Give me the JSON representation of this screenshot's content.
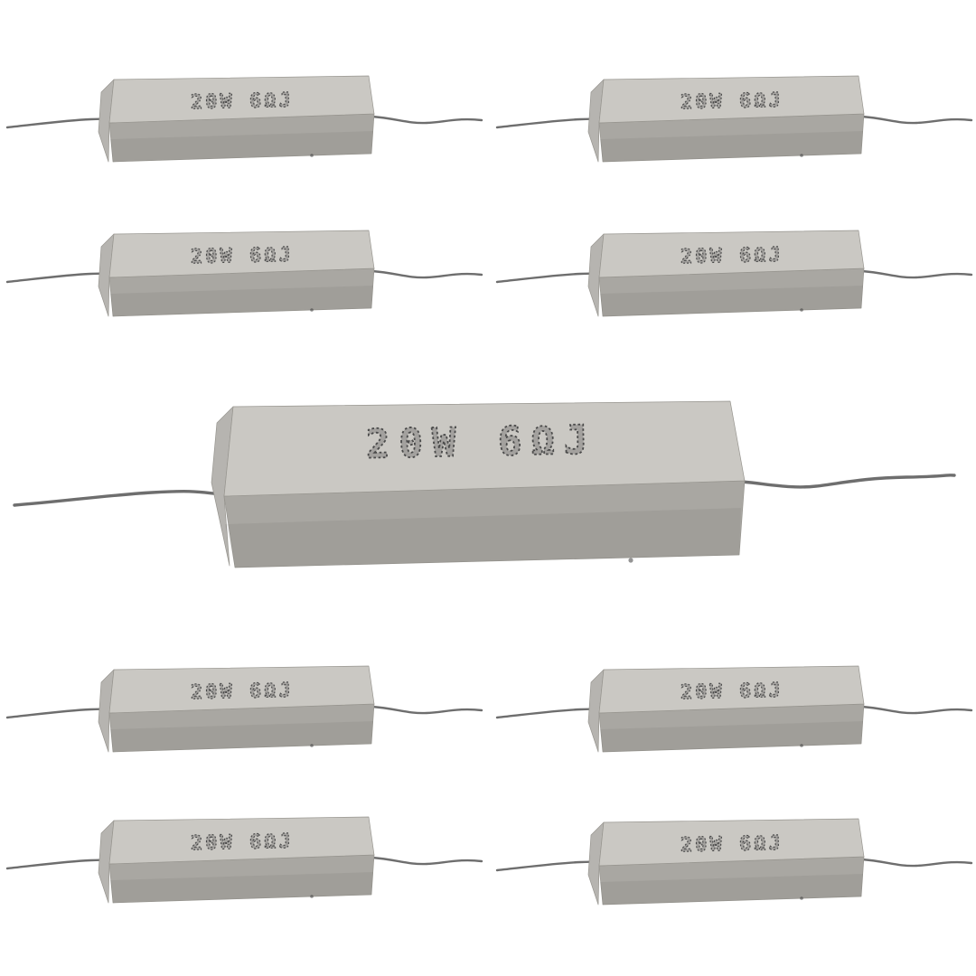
{
  "product": {
    "label": "20W 6ΩJ"
  },
  "items": {
    "total_resistors": 9,
    "small_resistors": 8,
    "large_resistors": 1
  },
  "colors": {
    "background": "#ffffff",
    "body_top": "#cac8c3",
    "body_front": "#a9a7a2",
    "body_end": "#b6b4b0",
    "front_shade": "#000000",
    "wire": "#6e6e6e",
    "print": "#4a4a4a",
    "speck": "#3c3c3c"
  }
}
